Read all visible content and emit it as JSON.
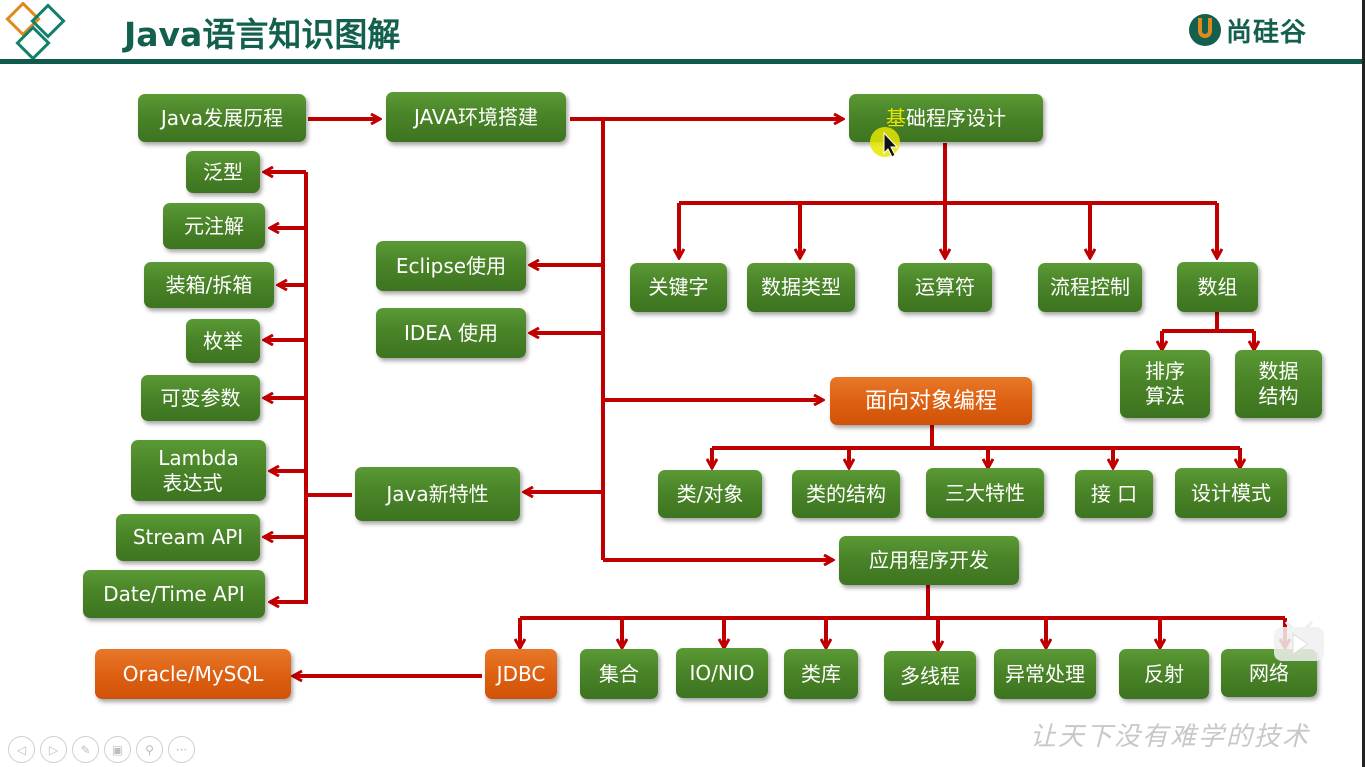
{
  "header": {
    "title": "Java语言知识图解",
    "brand": "尚硅谷",
    "brand_mark": "U",
    "colors": {
      "brand": "#12604d",
      "rule": "#0f5a4c",
      "accent_orange": "#e08a1e"
    }
  },
  "colors": {
    "node_green": "#4a8428",
    "node_orange": "#de6112",
    "connector_red": "#c00000",
    "highlight_yellow": "#e6e600"
  },
  "nodes": {
    "java_history": "Java发展历程",
    "java_env": "JAVA环境搭建",
    "basic_programming": {
      "highlight": "基",
      "rest": "础程序设计"
    },
    "eclipse": "Eclipse使用",
    "idea": "IDEA 使用",
    "java_new_features": "Java新特性",
    "oop": "面向对象编程",
    "app_dev": "应用程序开发",
    "new_features": [
      [
        "泛型"
      ],
      [
        "元注解"
      ],
      [
        "装箱/拆箱"
      ],
      [
        "枚举"
      ],
      [
        "可变参数"
      ],
      [
        "Lambda",
        "表达式"
      ],
      [
        "Stream API"
      ],
      [
        "Date/Time API"
      ]
    ],
    "basics": [
      "关键字",
      "数据类型",
      "运算符",
      "流程控制",
      "数组"
    ],
    "array_children": [
      [
        "排序",
        "算法"
      ],
      [
        "数据",
        "结构"
      ]
    ],
    "oop_children": [
      "类/对象",
      "类的结构",
      "三大特性",
      "接 口",
      "设计模式"
    ],
    "app_children": [
      "JDBC",
      "集合",
      "IO/NIO",
      "类库",
      "多线程",
      "异常处理",
      "反射",
      "网络"
    ],
    "database": "Oracle/MySQL"
  },
  "slogan": "让天下没有难学的技术",
  "nav_buttons": [
    {
      "name": "previous",
      "icon": "◁"
    },
    {
      "name": "next",
      "icon": "▷"
    },
    {
      "name": "pen",
      "icon": "✎"
    },
    {
      "name": "slides",
      "icon": "▣"
    },
    {
      "name": "zoom",
      "icon": "⚲"
    },
    {
      "name": "more",
      "icon": "···"
    }
  ]
}
